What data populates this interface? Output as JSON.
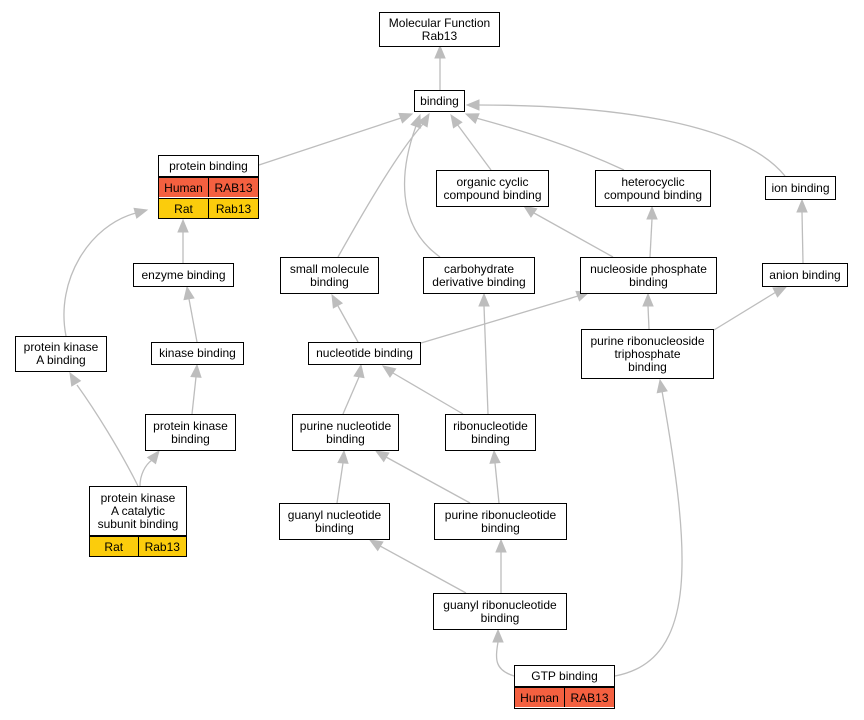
{
  "colors": {
    "edge": "#bdbdbd",
    "human": "#f46040",
    "rat": "#fbcc0c",
    "node_border": "#000000"
  },
  "nodes": {
    "mf_rab13": "Molecular Function\nRab13",
    "binding": "binding",
    "protein_binding": "protein binding",
    "organic_cyclic": "organic cyclic\ncompound binding",
    "heterocyclic": "heterocyclic\ncompound binding",
    "ion_binding": "ion binding",
    "enzyme_binding": "enzyme binding",
    "small_molecule": "small molecule\nbinding",
    "carbohydrate_deriv": "carbohydrate\nderivative binding",
    "nucleoside_phosphate": "nucleoside phosphate\nbinding",
    "anion_binding": "anion binding",
    "pka_binding": "protein kinase\nA binding",
    "kinase_binding": "kinase binding",
    "nucleotide_binding": "nucleotide binding",
    "purine_ribonucleoside_tp": "purine ribonucleoside\ntriphosphate\nbinding",
    "protein_kinase_binding": "protein kinase\nbinding",
    "purine_nucleotide": "purine nucleotide\nbinding",
    "ribonucleotide": "ribonucleotide\nbinding",
    "pka_catalytic": "protein kinase\nA catalytic\nsubunit binding",
    "guanyl_nucleotide": "guanyl nucleotide\nbinding",
    "purine_ribonucleotide": "purine ribonucleotide\nbinding",
    "guanyl_ribonucleotide": "guanyl ribonucleotide\nbinding",
    "gtp_binding": "GTP binding"
  },
  "annotations": {
    "protein_binding": [
      {
        "species": "Human",
        "gene": "RAB13"
      },
      {
        "species": "Rat",
        "gene": "Rab13"
      }
    ],
    "pka_catalytic": [
      {
        "species": "Rat",
        "gene": "Rab13"
      }
    ],
    "gtp_binding": [
      {
        "species": "Human",
        "gene": "RAB13"
      }
    ]
  }
}
